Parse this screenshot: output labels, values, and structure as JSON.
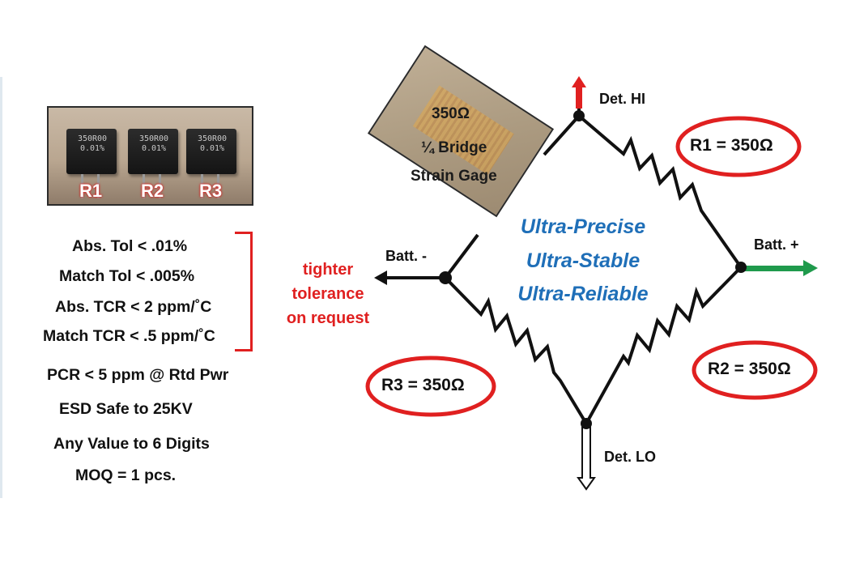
{
  "photo": {
    "resistors": [
      {
        "code_line1": "350R00",
        "code_line2": "0.01%",
        "label": "R1"
      },
      {
        "code_line1": "350R00",
        "code_line2": "0.01%",
        "label": "R2"
      },
      {
        "code_line1": "350R00",
        "code_line2": "0.01%",
        "label": "R3"
      }
    ]
  },
  "specs": [
    "Abs. Tol < .01%",
    "Match Tol < .005%",
    "Abs. TCR < 2 ppm/˚C",
    "Match TCR < .5 ppm/˚C",
    "PCR < 5 ppm @ Rtd Pwr",
    "ESD Safe to 25KV",
    "Any Value to 6 Digits",
    "MOQ = 1 pcs."
  ],
  "tighter_tolerance": [
    "tighter",
    "tolerance",
    "on request"
  ],
  "strain_gage": {
    "line1": "350Ω",
    "line2": "¼ Bridge",
    "line3": "Strain Gage"
  },
  "ultra": [
    "Ultra-Precise",
    "Ultra-Stable",
    "Ultra-Reliable"
  ],
  "nodes": {
    "det_hi": "Det. HI",
    "det_lo": "Det. LO",
    "batt_minus": "Batt. -",
    "batt_plus": "Batt. +"
  },
  "resistor_labels": {
    "r1": "R1 = 350Ω",
    "r2": "R2 = 350Ω",
    "r3": "R3 = 350Ω"
  },
  "colors": {
    "accent_red": "#e02020",
    "ultra_blue": "#1f6fb8",
    "batt_plus_green": "#1f9a4c",
    "det_hi_red": "#e02020"
  }
}
